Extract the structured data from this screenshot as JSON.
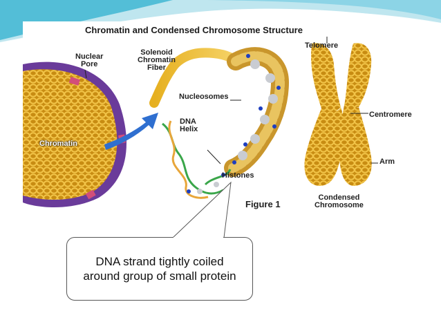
{
  "figure": {
    "title": "Chromatin and Condensed Chromosome Structure",
    "caption": "Figure 1",
    "labels": {
      "nuclear_pore": "Nuclear\nPore",
      "chromatin": "Chromatin",
      "solenoid": "Solenoid\nChromatin\nFiber",
      "dna_helix": "DNA\nHelix",
      "nucleosomes": "Nucleosomes",
      "histones": "Histones",
      "telomere": "Telomere",
      "centromere": "Centromere",
      "arm": "Arm",
      "condensed": "Condensed\nChromosome"
    }
  },
  "callout": {
    "text": "DNA strand tightly coiled around group of small protein"
  },
  "colors": {
    "accent_teal": "#3fb6d2",
    "light_teal": "#bfe6ef",
    "chromatin_gold": "#d9a21a",
    "nucleus_purple": "#6a3b9a",
    "pore_pink": "#d24f7a",
    "arrow_blue": "#2f6fd0",
    "dna_green": "#3aa64a",
    "nucleosome_blue": "#1f3fbf",
    "histone_grey": "#c9ccd2"
  }
}
